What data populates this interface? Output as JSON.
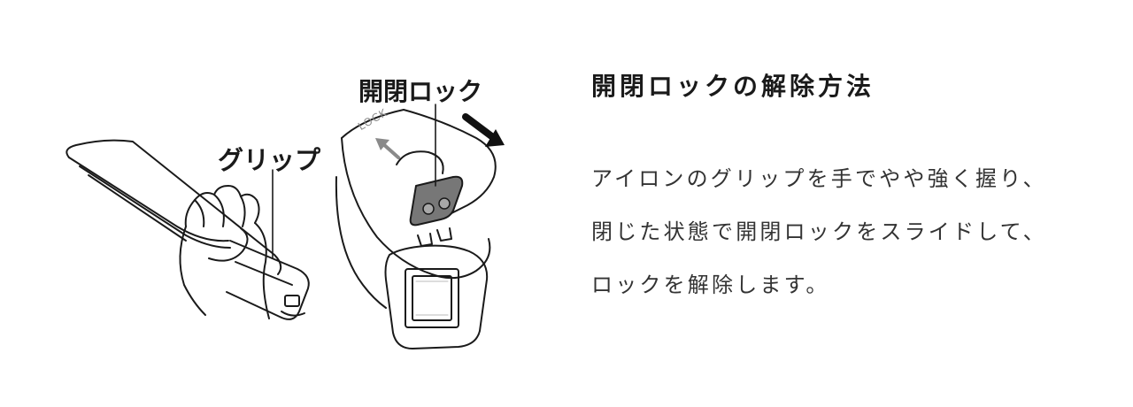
{
  "illustration": {
    "grip_label": "グリップ",
    "lock_label": "開閉ロック",
    "lock_engraving": "LOCK"
  },
  "instructions": {
    "title": "開閉ロックの解除方法",
    "lines": [
      "アイロンのグリップを手でやや強く握り、",
      "閉じた状態で開閉ロックをスライドして、",
      "ロックを解除します。"
    ]
  },
  "icons": {
    "slide_direction": "arrow-down-right-icon",
    "lock_direction": "arrow-up-left-icon"
  }
}
